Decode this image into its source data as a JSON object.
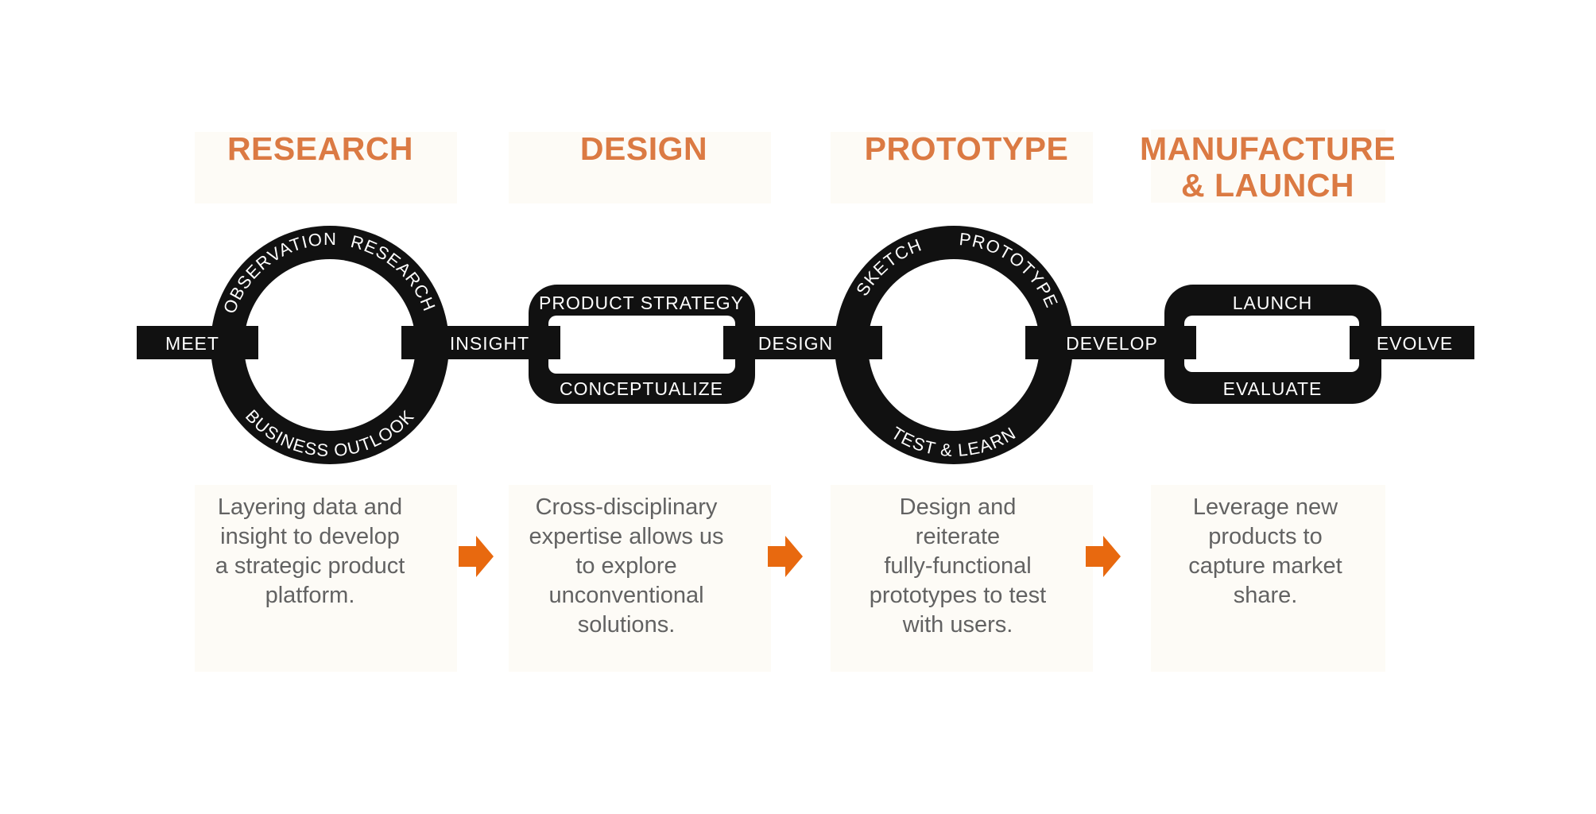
{
  "colors": {
    "accent_orange": "#DB7A43",
    "arrow_orange": "#E8690F",
    "shape_black": "#111111",
    "body_gray": "#626262",
    "column_tint": "#fdfbf6"
  },
  "stages": [
    {
      "title": "RESEARCH",
      "description": "Layering data and\ninsight to develop\na strategic product\nplatform.",
      "node": {
        "type": "circle",
        "top_left_label": "OBSERVATION",
        "top_right_label": "RESEARCH",
        "bottom_label": "BUSINESS OUTLOOK"
      }
    },
    {
      "title": "DESIGN",
      "description": "Cross-disciplinary\nexpertise allows us\nto explore\nunconventional\nsolutions.",
      "node": {
        "type": "rounded-rect",
        "top_label": "PRODUCT STRATEGY",
        "bottom_label": "CONCEPTUALIZE"
      }
    },
    {
      "title": "PROTOTYPE",
      "description": "Design and\nreiterate\nfully-functional\nprototypes to test\nwith users.",
      "node": {
        "type": "circle",
        "top_left_label": "SKETCH",
        "top_right_label": "PROTOTYPE",
        "bottom_label": "TEST & LEARN"
      }
    },
    {
      "title": "MANUFACTURE\n& LAUNCH",
      "description": "Leverage new\nproducts to\ncapture market\nshare.",
      "node": {
        "type": "rounded-rect",
        "top_label": "LAUNCH",
        "bottom_label": "EVALUATE"
      }
    }
  ],
  "timeline": {
    "labels": [
      "MEET",
      "INSIGHT",
      "DESIGN",
      "DEVELOP",
      "EVOLVE"
    ]
  }
}
